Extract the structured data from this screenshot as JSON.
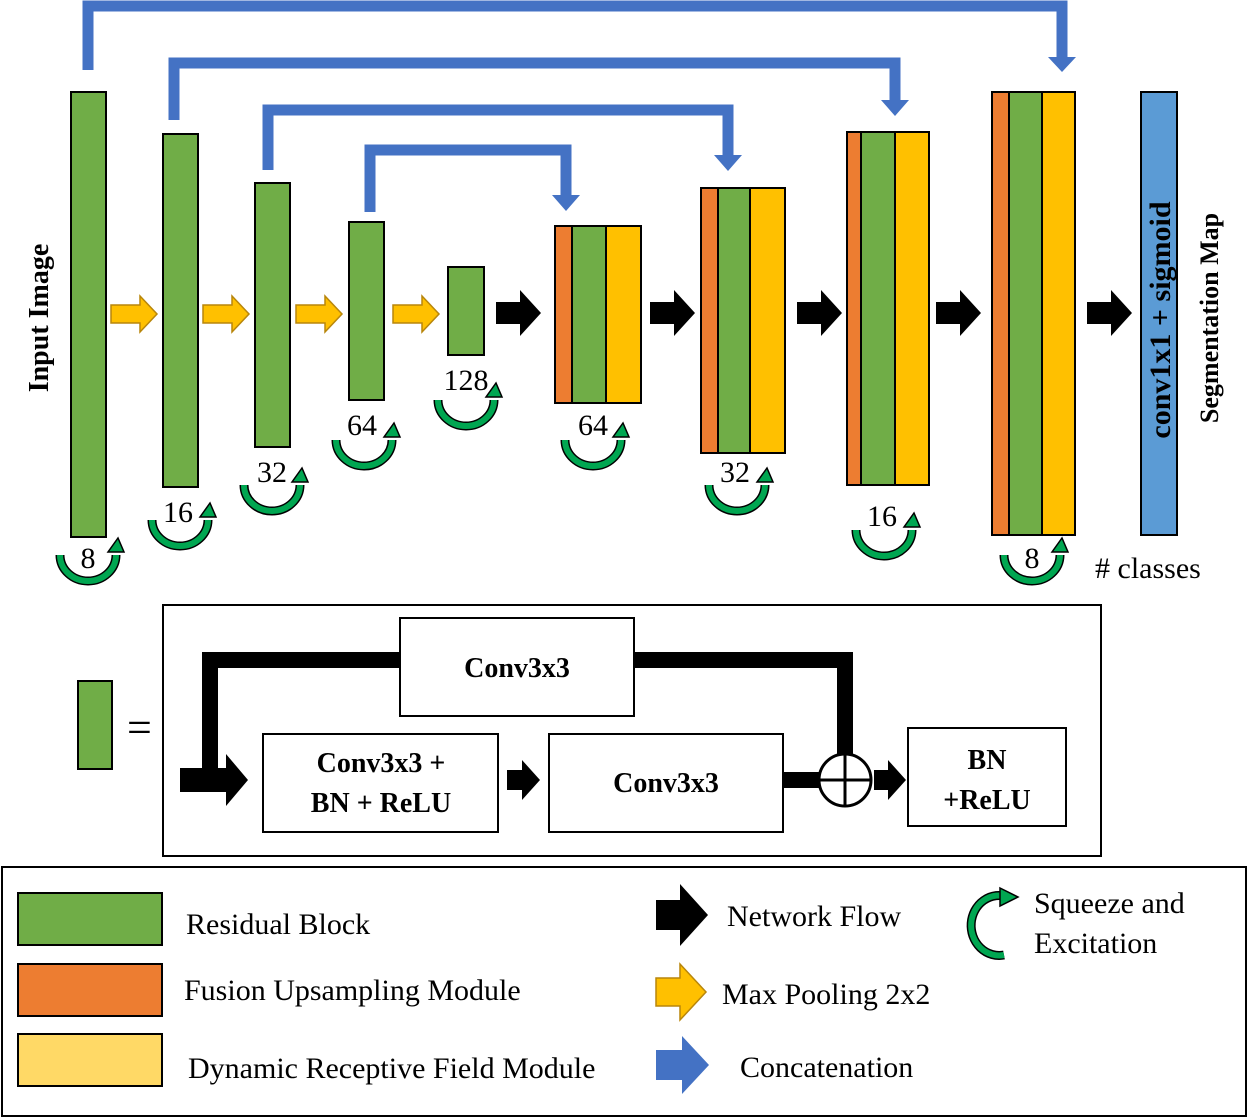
{
  "network": {
    "input_label": "Input Image",
    "encoder_channels": [
      "8",
      "16",
      "32",
      "64",
      "128"
    ],
    "decoder_channels": [
      "64",
      "32",
      "16",
      "8"
    ],
    "output_block_label": "conv1x1 + sigmoid",
    "output_label": "Segmentation Map",
    "classes_label": "# classes"
  },
  "residual_detail": {
    "equals": "=",
    "top_conv": "Conv3x3",
    "conv_bn_relu_line1": "Conv3x3 +",
    "conv_bn_relu_line2": "BN + ReLU",
    "middle_conv": "Conv3x3",
    "bn_line1": "BN",
    "bn_line2": "+ReLU"
  },
  "legend": {
    "residual_block": "Residual Block",
    "fusion_upsampling": "Fusion Upsampling Module",
    "dynamic_receptive": "Dynamic Receptive Field Module",
    "network_flow": "Network Flow",
    "max_pooling": "Max Pooling 2x2",
    "concatenation": "Concatenation",
    "squeeze_line1": "Squeeze and",
    "squeeze_line2": "Excitation"
  },
  "colors": {
    "green": "#70ad47",
    "orange": "#ed7d31",
    "yellow": "#ffc000",
    "legend_yellow": "#ffd966",
    "blue": "#4472c4",
    "output_blue": "#5b9bd5",
    "se_green": "#00a651"
  }
}
